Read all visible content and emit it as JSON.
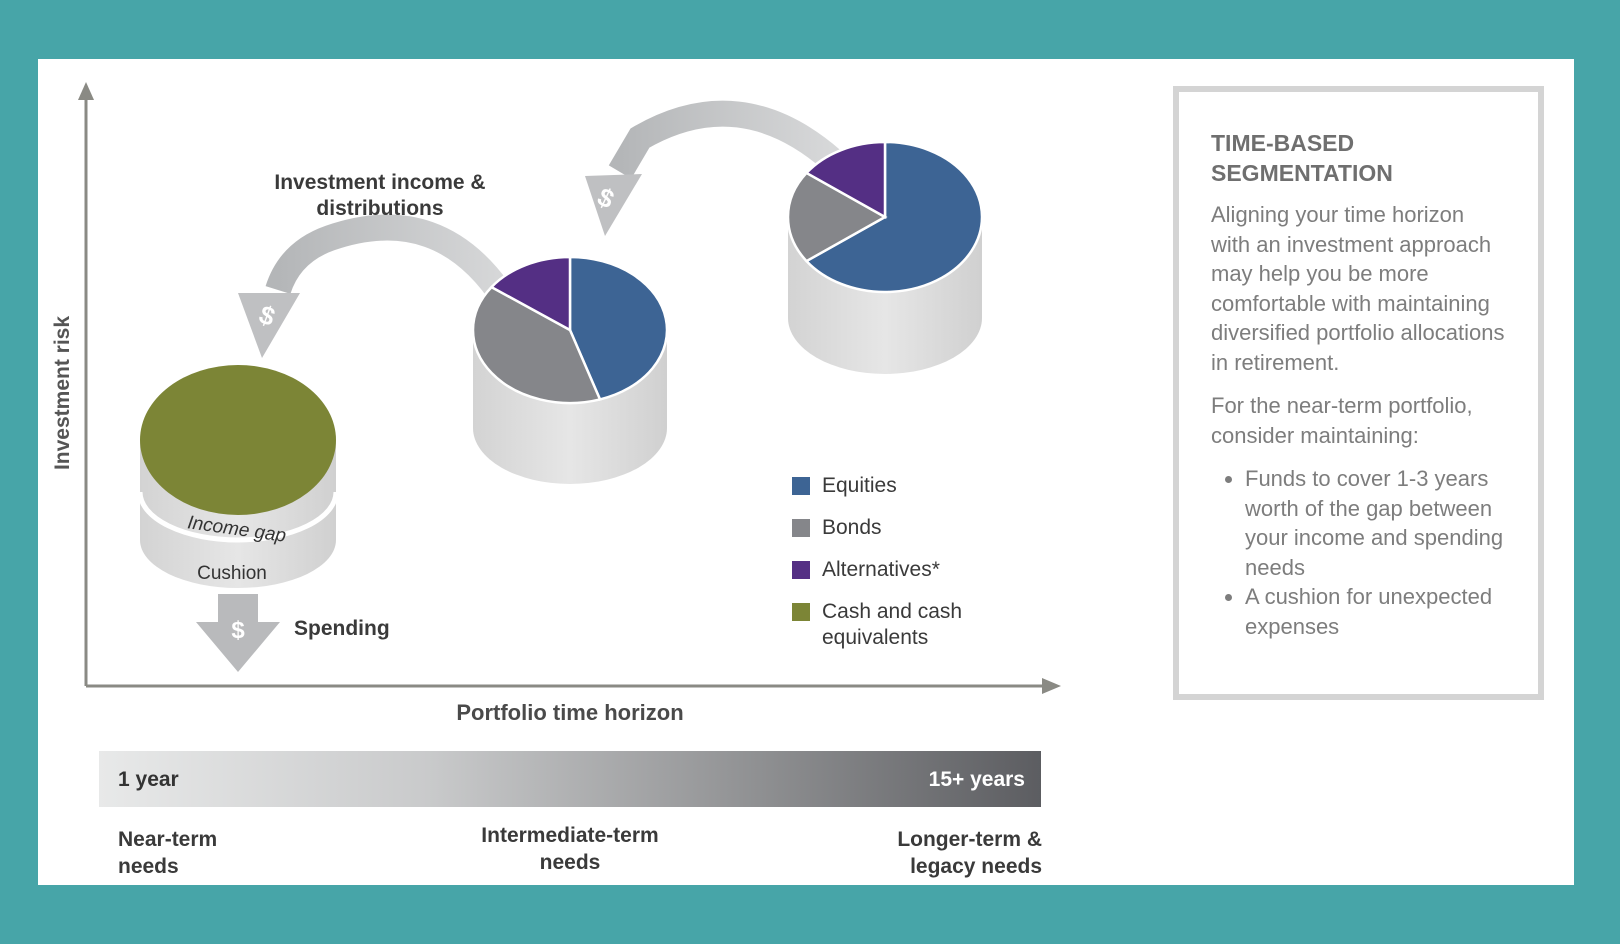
{
  "diagram": {
    "y_axis_label": "Investment risk",
    "x_axis_label": "Portfolio time horizon",
    "flow_label": "Investment income & distributions",
    "flow_label_line1": "Investment income &",
    "flow_label_line2": "distributions",
    "spending_label": "Spending",
    "dollar_symbol": "$",
    "income_gap_label": "Income gap",
    "cushion_label": "Cushion",
    "colors": {
      "equities": "#3d6494",
      "bonds": "#85868a",
      "alternatives": "#542f84",
      "cash": "#7c8536",
      "background": "#47a5a8"
    },
    "pies": [
      {
        "name": "near-term",
        "shares": {
          "cash": 1.0
        }
      },
      {
        "name": "intermediate-term",
        "shares": {
          "equities": 0.45,
          "bonds": 0.4,
          "alternatives": 0.15
        }
      },
      {
        "name": "longer-term",
        "shares": {
          "equities": 0.65,
          "bonds": 0.2,
          "alternatives": 0.15
        }
      }
    ]
  },
  "legend": [
    {
      "label": "Equities",
      "color": "#3d6494"
    },
    {
      "label": "Bonds",
      "color": "#85868a"
    },
    {
      "label": "Alternatives*",
      "color": "#542f84"
    },
    {
      "label_line1": "Cash and cash",
      "label_line2": "equivalents",
      "color": "#7c8536"
    }
  ],
  "timeline": {
    "start_label": "1 year",
    "end_label": "15+ years",
    "needs": [
      {
        "line1": "Near-term",
        "line2": "needs"
      },
      {
        "line1": "Intermediate-term",
        "line2": "needs"
      },
      {
        "line1": "Longer-term &",
        "line2": "legacy needs"
      }
    ]
  },
  "sidebar": {
    "title_line1": "TIME-BASED",
    "title_line2": "SEGMENTATION",
    "paragraph1": "Aligning your time horizon with an investment approach may help you be more comfortable with maintaining diversified portfolio allocations in retirement.",
    "paragraph2": "For the near-term portfolio, consider maintaining:",
    "bullets": [
      "Funds to cover 1-3 years worth of the gap between your income and spending needs",
      "A cushion for unexpected expenses"
    ]
  }
}
